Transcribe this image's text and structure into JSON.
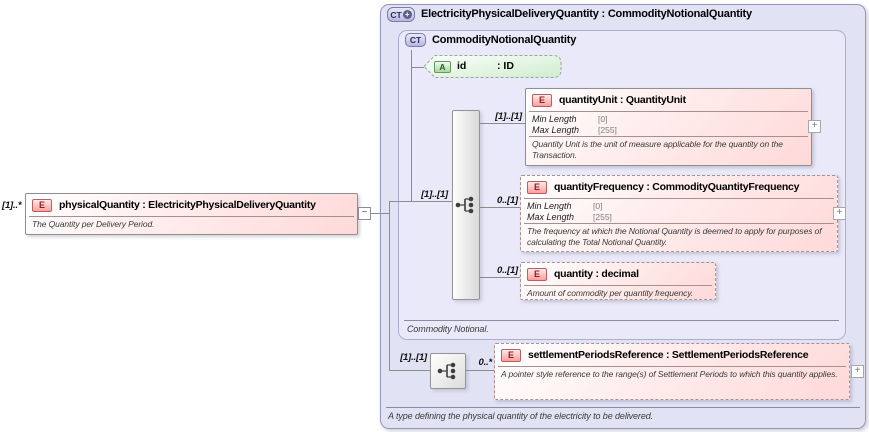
{
  "source": {
    "cardinality": "[1]..*",
    "icon": "E",
    "title": "physicalQuantity : ElectricityPhysicalDeliveryQuantity",
    "doc": "The Quantity per Delivery Period.",
    "collapse_glyph": "−"
  },
  "complex_type": {
    "icon": "CT",
    "icon_plus": "+",
    "title": "ElectricityPhysicalDeliveryQuantity : CommodityNotionalQuantity",
    "footer_doc": "A type defining the physical quantity of the electricity to be delivered."
  },
  "base_type": {
    "icon": "CT",
    "title": "CommodityNotionalQuantity",
    "footer_doc": "Commodity Notional.",
    "attribute": {
      "icon": "A",
      "name": "id",
      "type": ": ID"
    },
    "sequence": {
      "cardinality": "[1]..[1]"
    },
    "elements": [
      {
        "cardinality": "[1]..[1]",
        "icon": "E",
        "title": "quantityUnit : QuantityUnit",
        "facets": [
          {
            "label": "Min Length",
            "value": "[0]"
          },
          {
            "label": "Max Length",
            "value": "[255]"
          }
        ],
        "doc": "Quantity Unit is the unit of measure applicable for the quantity on the Transaction.",
        "expand_glyph": "+"
      },
      {
        "cardinality": "0..[1]",
        "icon": "E",
        "title": "quantityFrequency : CommodityQuantityFrequency",
        "facets": [
          {
            "label": "Min Length",
            "value": "[0]"
          },
          {
            "label": "Max Length",
            "value": "[255]"
          }
        ],
        "doc": "The frequency at which the Notional Quantity is deemed to apply for purposes of calculating the Total Notional Quantity.",
        "expand_glyph": "+"
      },
      {
        "cardinality": "0..[1]",
        "icon": "E",
        "title": "quantity : decimal",
        "doc": "Amount of commodity per quantity frequency."
      }
    ]
  },
  "extension": {
    "sequence": {
      "cardinality": "[1]..[1]"
    },
    "element": {
      "cardinality": "0..*",
      "icon": "E",
      "title": "settlementPeriodsReference : SettlementPeriodsReference",
      "doc": "A pointer style reference to the range(s) of Settlement Periods to which this quantity applies.",
      "expand_glyph": "+"
    }
  }
}
